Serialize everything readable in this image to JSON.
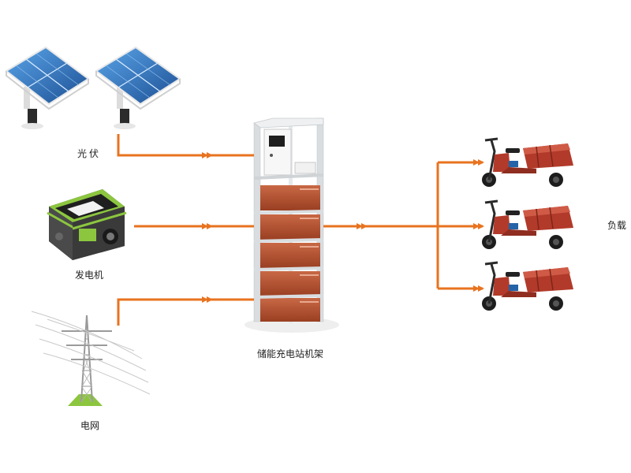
{
  "labels": {
    "pv": "光伏",
    "generator": "发电机",
    "grid": "电网",
    "rack": "储能充电站机架",
    "load": "负载"
  },
  "colors": {
    "flow_line": "#E8731F",
    "battery": "#B8522F",
    "rack_frame": "#D9DDE0",
    "panel": "#2B6CB0",
    "vehicle": "#B23A2A"
  },
  "icons": [
    "solar-panel-icon",
    "generator-icon",
    "power-tower-icon",
    "battery-rack-icon",
    "electric-tricycle-icon"
  ]
}
